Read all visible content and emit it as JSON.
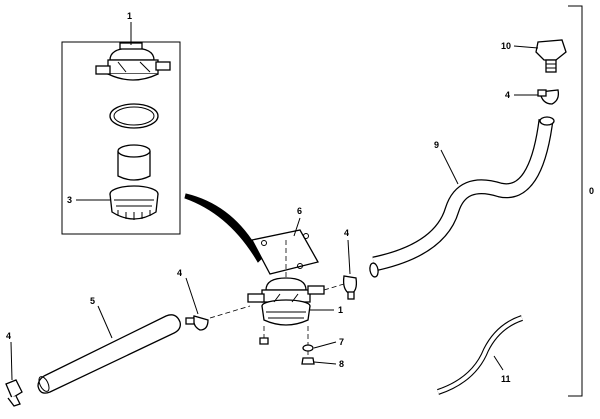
{
  "callouts": {
    "c1_top": "1",
    "c1_main": "1",
    "c3": "3",
    "c4_right_top": "4",
    "c4_mid_right": "4",
    "c4_mid_left": "4",
    "c4_bottom_left": "4",
    "c5": "5",
    "c6": "6",
    "c7": "7",
    "c8": "8",
    "c9": "9",
    "c10": "10",
    "c11": "11",
    "c0": "0"
  }
}
